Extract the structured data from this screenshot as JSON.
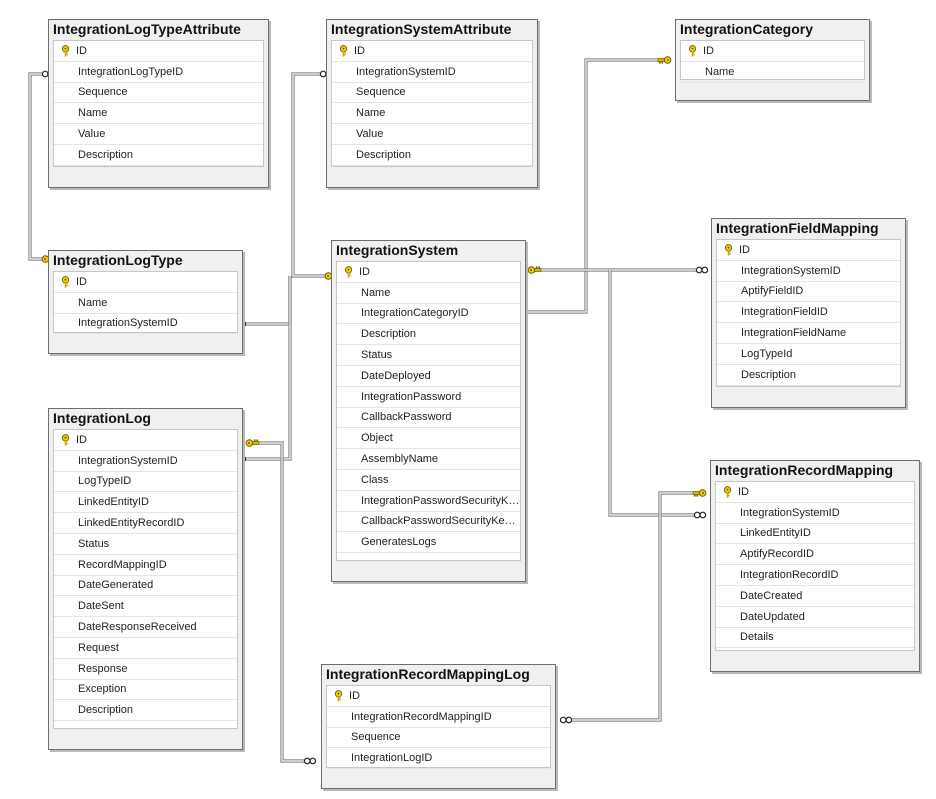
{
  "diagram": {
    "entities": [
      {
        "key": "log_type_attr",
        "title": "IntegrationLogTypeAttribute",
        "columns": [
          {
            "name": "ID",
            "pk": true
          },
          {
            "name": "IntegrationLogTypeID"
          },
          {
            "name": "Sequence"
          },
          {
            "name": "Name"
          },
          {
            "name": "Value"
          },
          {
            "name": "Description"
          }
        ]
      },
      {
        "key": "sys_attr",
        "title": "IntegrationSystemAttribute",
        "columns": [
          {
            "name": "ID",
            "pk": true
          },
          {
            "name": "IntegrationSystemID"
          },
          {
            "name": "Sequence"
          },
          {
            "name": "Name"
          },
          {
            "name": "Value"
          },
          {
            "name": "Description"
          }
        ]
      },
      {
        "key": "category",
        "title": "IntegrationCategory",
        "columns": [
          {
            "name": "ID",
            "pk": true
          },
          {
            "name": "Name"
          }
        ]
      },
      {
        "key": "log_type",
        "title": "IntegrationLogType",
        "columns": [
          {
            "name": "ID",
            "pk": true
          },
          {
            "name": "Name"
          },
          {
            "name": "IntegrationSystemID"
          }
        ]
      },
      {
        "key": "system",
        "title": "IntegrationSystem",
        "columns": [
          {
            "name": "ID",
            "pk": true
          },
          {
            "name": "Name"
          },
          {
            "name": "IntegrationCategoryID"
          },
          {
            "name": "Description"
          },
          {
            "name": "Status"
          },
          {
            "name": "DateDeployed"
          },
          {
            "name": "IntegrationPassword"
          },
          {
            "name": "CallbackPassword"
          },
          {
            "name": "Object"
          },
          {
            "name": "AssemblyName"
          },
          {
            "name": "Class"
          },
          {
            "name": "IntegrationPasswordSecurityKe..."
          },
          {
            "name": "CallbackPasswordSecurityKeyID"
          },
          {
            "name": "GeneratesLogs"
          }
        ]
      },
      {
        "key": "field_mapping",
        "title": "IntegrationFieldMapping",
        "columns": [
          {
            "name": "ID",
            "pk": true
          },
          {
            "name": "IntegrationSystemID"
          },
          {
            "name": "AptifyFieldID"
          },
          {
            "name": "IntegrationFieldID"
          },
          {
            "name": "IntegrationFieldName"
          },
          {
            "name": "LogTypeId"
          },
          {
            "name": "Description"
          }
        ]
      },
      {
        "key": "log",
        "title": "IntegrationLog",
        "columns": [
          {
            "name": "ID",
            "pk": true
          },
          {
            "name": "IntegrationSystemID"
          },
          {
            "name": "LogTypeID"
          },
          {
            "name": "LinkedEntityID"
          },
          {
            "name": "LinkedEntityRecordID"
          },
          {
            "name": "Status"
          },
          {
            "name": "RecordMappingID"
          },
          {
            "name": "DateGenerated"
          },
          {
            "name": "DateSent"
          },
          {
            "name": "DateResponseReceived"
          },
          {
            "name": "Request"
          },
          {
            "name": "Response"
          },
          {
            "name": "Exception"
          },
          {
            "name": "Description"
          }
        ]
      },
      {
        "key": "record_mapping",
        "title": "IntegrationRecordMapping",
        "columns": [
          {
            "name": "ID",
            "pk": true
          },
          {
            "name": "IntegrationSystemID"
          },
          {
            "name": "LinkedEntityID"
          },
          {
            "name": "AptifyRecordID"
          },
          {
            "name": "IntegrationRecordID"
          },
          {
            "name": "DateCreated"
          },
          {
            "name": "DateUpdated"
          },
          {
            "name": "Details"
          }
        ]
      },
      {
        "key": "record_mapping_log",
        "title": "IntegrationRecordMappingLog",
        "columns": [
          {
            "name": "ID",
            "pk": true
          },
          {
            "name": "IntegrationRecordMappingID"
          },
          {
            "name": "Sequence"
          },
          {
            "name": "IntegrationLogID"
          }
        ]
      }
    ],
    "relationships": [
      {
        "key": "rel_logtype_attr",
        "one": "log_type",
        "many": "log_type_attr"
      },
      {
        "key": "rel_system_attr",
        "one": "system",
        "many": "sys_attr"
      },
      {
        "key": "rel_system_logtype",
        "one": "system",
        "many": "log_type"
      },
      {
        "key": "rel_system_log",
        "one": "system",
        "many": "log"
      },
      {
        "key": "rel_category_system",
        "one": "category",
        "many": "system"
      },
      {
        "key": "rel_system_fieldmap",
        "one": "system",
        "many": "field_mapping"
      },
      {
        "key": "rel_system_recordmap",
        "one": "system",
        "many": "record_mapping"
      },
      {
        "key": "rel_recordmap_maplog",
        "one": "record_mapping",
        "many": "record_mapping_log"
      },
      {
        "key": "rel_log_maplog",
        "one": "log",
        "many": "record_mapping_log"
      }
    ]
  }
}
